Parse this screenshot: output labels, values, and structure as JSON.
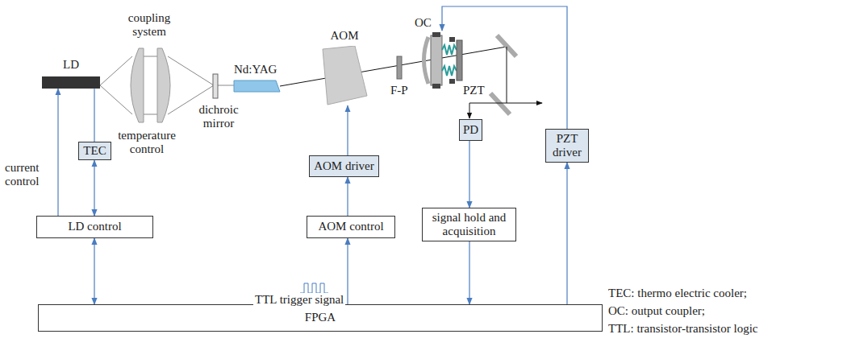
{
  "diagram": {
    "nodes": [
      {
        "text": [
          "LD"
        ]
      },
      {
        "text": [
          "TEC"
        ]
      },
      {
        "text": [
          "LD control"
        ]
      },
      {
        "text": [
          "AOM"
        ]
      },
      {
        "text": [
          "AOM driver"
        ]
      },
      {
        "text": [
          "AOM control"
        ]
      },
      {
        "text": [
          "PD"
        ]
      },
      {
        "text": [
          "signal hold and acquisition"
        ]
      },
      {
        "text": [
          "PZT driver"
        ]
      },
      {
        "text": [
          "FPGA"
        ]
      }
    ],
    "edges": [
      {
        "from": 2,
        "to": 0,
        "arrow": "to"
      },
      {
        "from": 1,
        "to": 0,
        "arrow": "none"
      },
      {
        "from": 2,
        "to": 1,
        "arrow": "both"
      },
      {
        "from": 9,
        "to": 2,
        "arrow": "both"
      },
      {
        "from": 5,
        "to": 4,
        "arrow": "to"
      },
      {
        "from": 4,
        "to": 3,
        "arrow": "to"
      },
      {
        "from": 9,
        "to": 5,
        "arrow": "to"
      },
      {
        "from": 6,
        "to": 7,
        "arrow": "to"
      },
      {
        "from": 7,
        "to": 9,
        "arrow": "to"
      },
      {
        "from": 9,
        "to": 8,
        "arrow": "to"
      }
    ],
    "labels": [
      "coupling system",
      "temperature control",
      "dichroic mirror",
      "Nd:YAG",
      "F-P",
      "OC",
      "PZT",
      "current control",
      "TTL trigger signal",
      "TEC: thermo electric cooler;",
      "OC: output coupler;",
      "TTL: transistor-transistor logic"
    ]
  }
}
